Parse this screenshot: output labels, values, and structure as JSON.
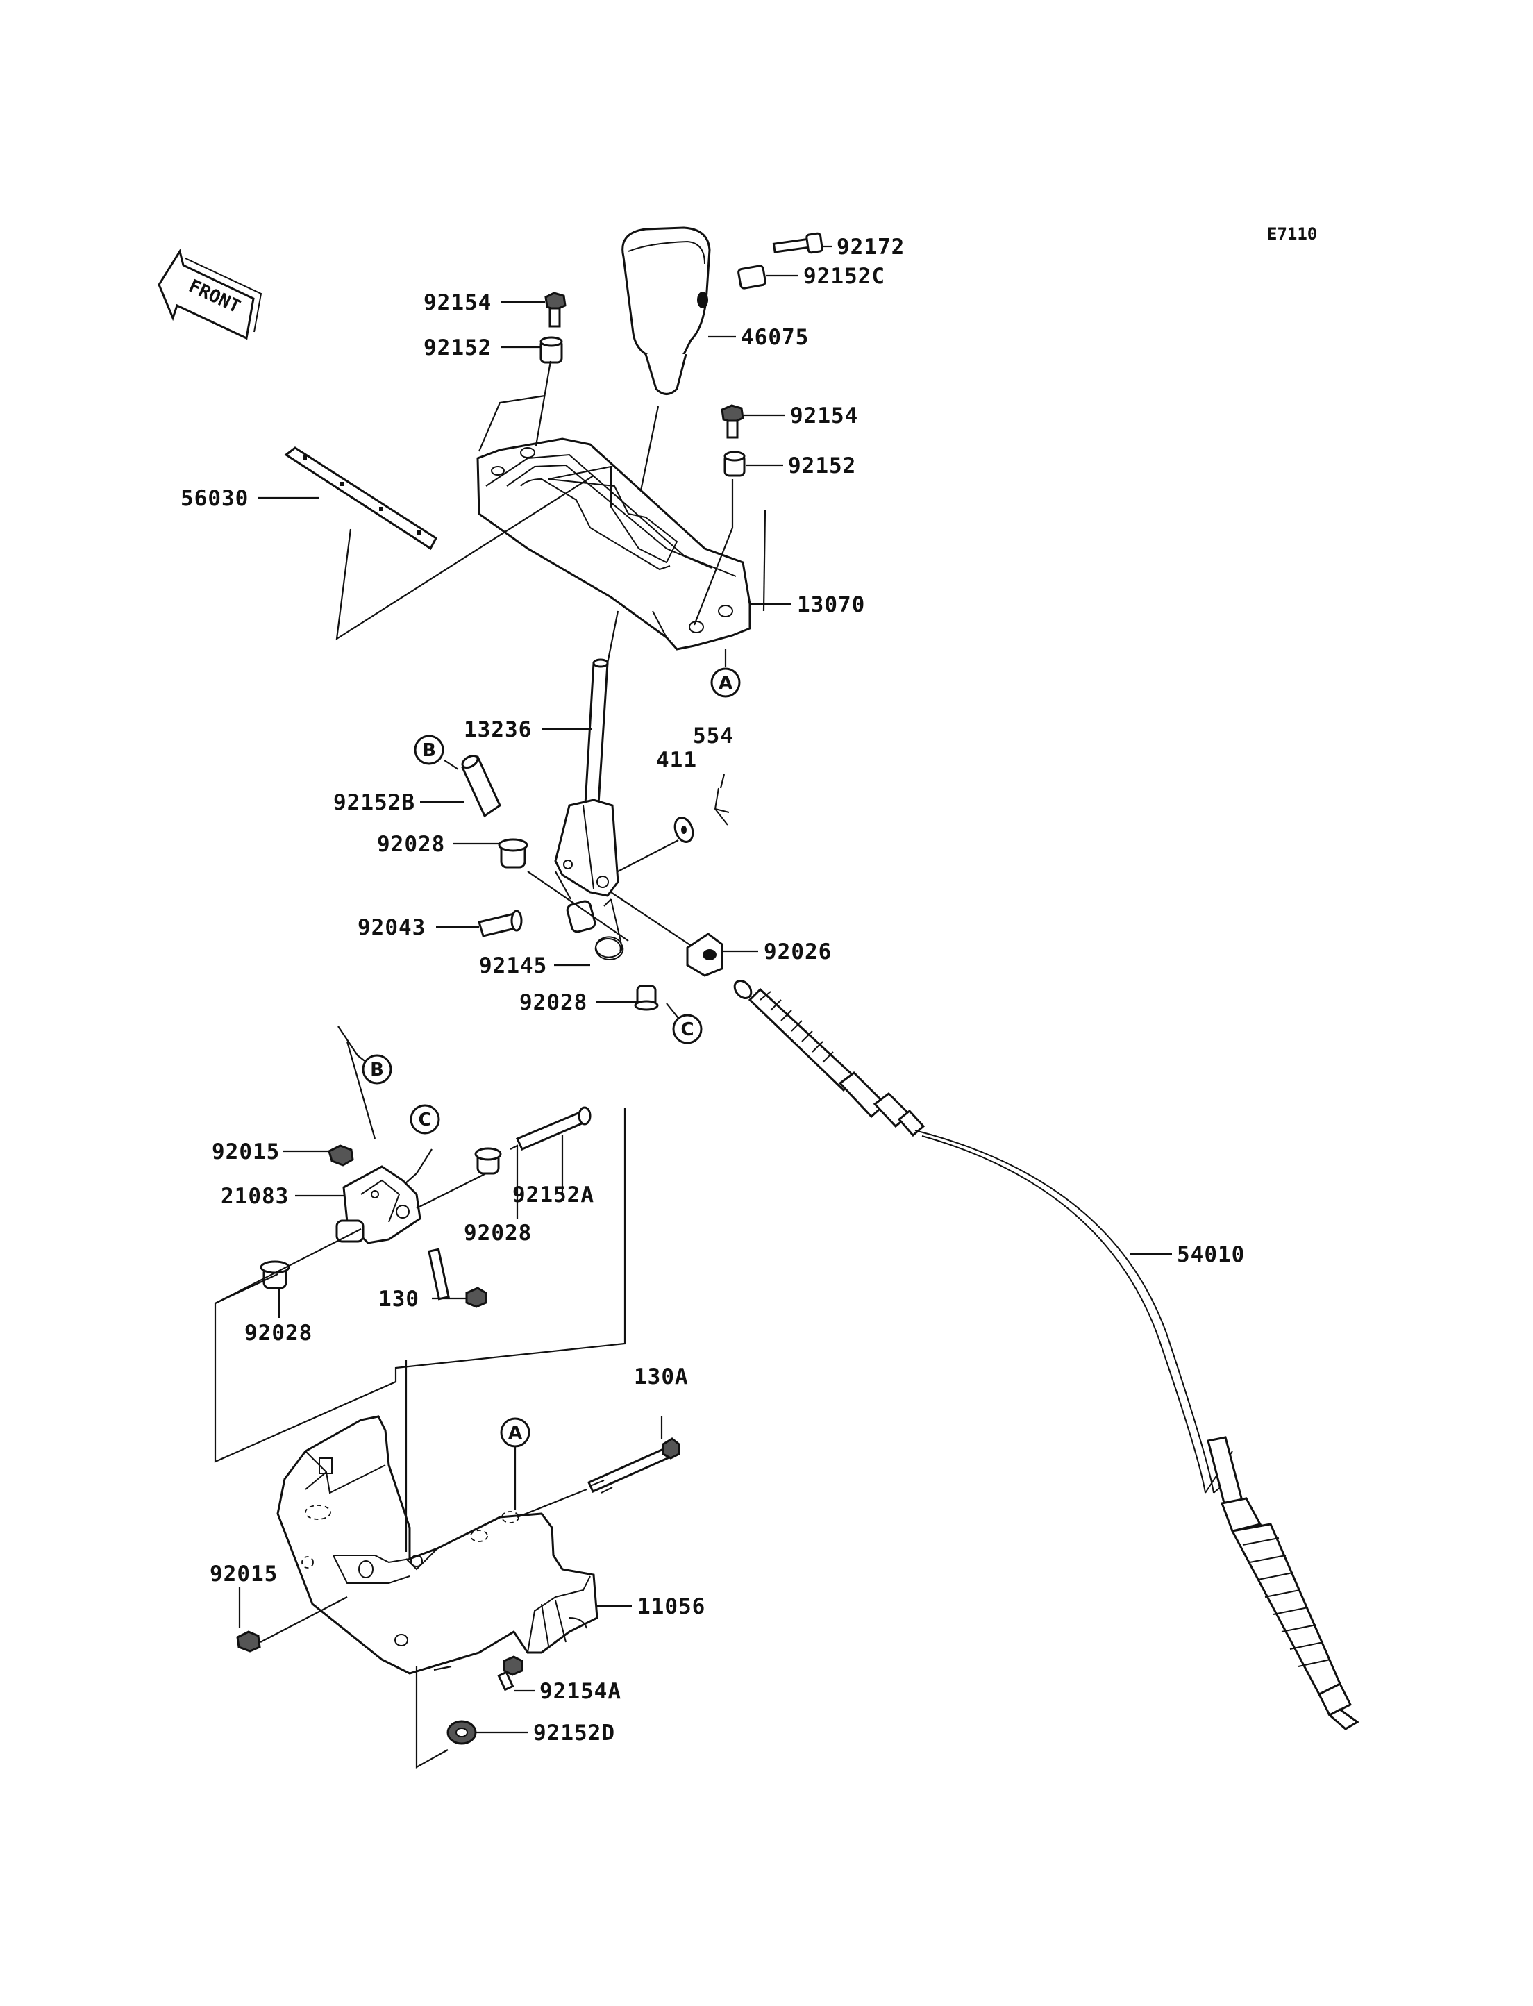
{
  "diagram_code": "E7110",
  "front_marker": "FRONT",
  "callouts": [
    {
      "id": "c1",
      "text": "92172"
    },
    {
      "id": "c2",
      "text": "92152C"
    },
    {
      "id": "c3",
      "text": "46075"
    },
    {
      "id": "c4",
      "text": "92154"
    },
    {
      "id": "c5",
      "text": "92152"
    },
    {
      "id": "c6",
      "text": "92154"
    },
    {
      "id": "c7",
      "text": "92152"
    },
    {
      "id": "c8",
      "text": "56030"
    },
    {
      "id": "c9",
      "text": "13070"
    },
    {
      "id": "c10",
      "text": "13236"
    },
    {
      "id": "c11",
      "text": "554"
    },
    {
      "id": "c12",
      "text": "411"
    },
    {
      "id": "c13",
      "text": "92152B"
    },
    {
      "id": "c14",
      "text": "92028"
    },
    {
      "id": "c15",
      "text": "92043"
    },
    {
      "id": "c16",
      "text": "92145"
    },
    {
      "id": "c17",
      "text": "92026"
    },
    {
      "id": "c18",
      "text": "92028"
    },
    {
      "id": "c19",
      "text": "92015"
    },
    {
      "id": "c20",
      "text": "21083"
    },
    {
      "id": "c21",
      "text": "92028"
    },
    {
      "id": "c22",
      "text": "92152A"
    },
    {
      "id": "c23",
      "text": "130"
    },
    {
      "id": "c24",
      "text": "92028"
    },
    {
      "id": "c25",
      "text": "54010"
    },
    {
      "id": "c26",
      "text": "130A"
    },
    {
      "id": "c27",
      "text": "92015"
    },
    {
      "id": "c28",
      "text": "11056"
    },
    {
      "id": "c29",
      "text": "92154A"
    },
    {
      "id": "c30",
      "text": "92152D"
    }
  ],
  "reference_markers": [
    {
      "id": "m1",
      "letter": "A"
    },
    {
      "id": "m2",
      "letter": "B"
    },
    {
      "id": "m3",
      "letter": "C"
    },
    {
      "id": "m4",
      "letter": "B"
    },
    {
      "id": "m5",
      "letter": "C"
    },
    {
      "id": "m6",
      "letter": "A"
    }
  ]
}
